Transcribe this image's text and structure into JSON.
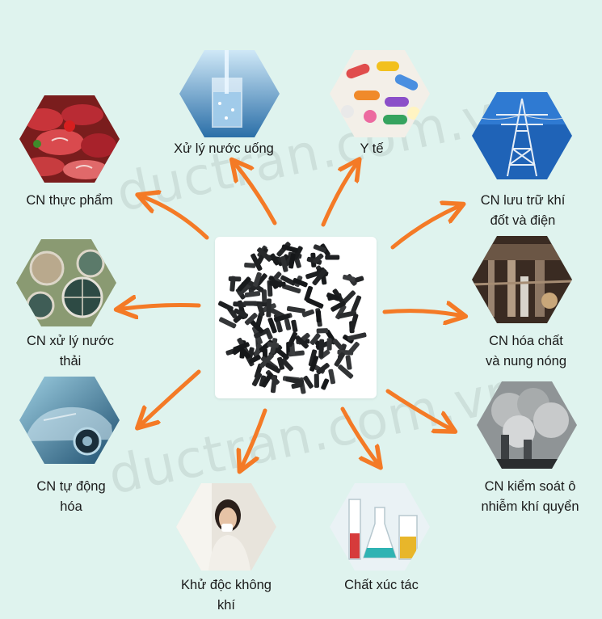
{
  "watermark": "ductran.com.vn",
  "center": {
    "icon": "activated-carbon-pellets"
  },
  "applications": [
    {
      "id": "food",
      "lines": [
        "CN thực phẩm"
      ],
      "icon": "raw-meat-icon"
    },
    {
      "id": "drinking-water",
      "lines": [
        "Xử lý nước uống"
      ],
      "icon": "water-glass-icon"
    },
    {
      "id": "medical",
      "lines": [
        "Y tế"
      ],
      "icon": "pills-icon"
    },
    {
      "id": "gas-storage",
      "lines": [
        "CN lưu trữ khí",
        "đốt và điện"
      ],
      "icon": "power-tower-icon"
    },
    {
      "id": "wastewater",
      "lines": [
        "CN xử lý nước",
        "thải"
      ],
      "icon": "water-treatment-plant-icon"
    },
    {
      "id": "chemical",
      "lines": [
        "CN hóa chất",
        "và nung nóng"
      ],
      "icon": "chemical-plant-icon"
    },
    {
      "id": "automotive",
      "lines": [
        "CN tự động",
        "hóa"
      ],
      "icon": "car-icon"
    },
    {
      "id": "air-pollution",
      "lines": [
        "CN kiểm soát ô",
        "nhiễm khí quyển"
      ],
      "icon": "smokestack-icon"
    },
    {
      "id": "air-detox",
      "lines": [
        "Khử độc không",
        "khí"
      ],
      "icon": "woman-sneezing-icon"
    },
    {
      "id": "catalyst",
      "lines": [
        "Chất xúc tác"
      ],
      "icon": "lab-flasks-icon"
    }
  ],
  "colors": {
    "background": "#dff3ee",
    "arrow": "#f47a26",
    "text": "#1a1a1a"
  }
}
